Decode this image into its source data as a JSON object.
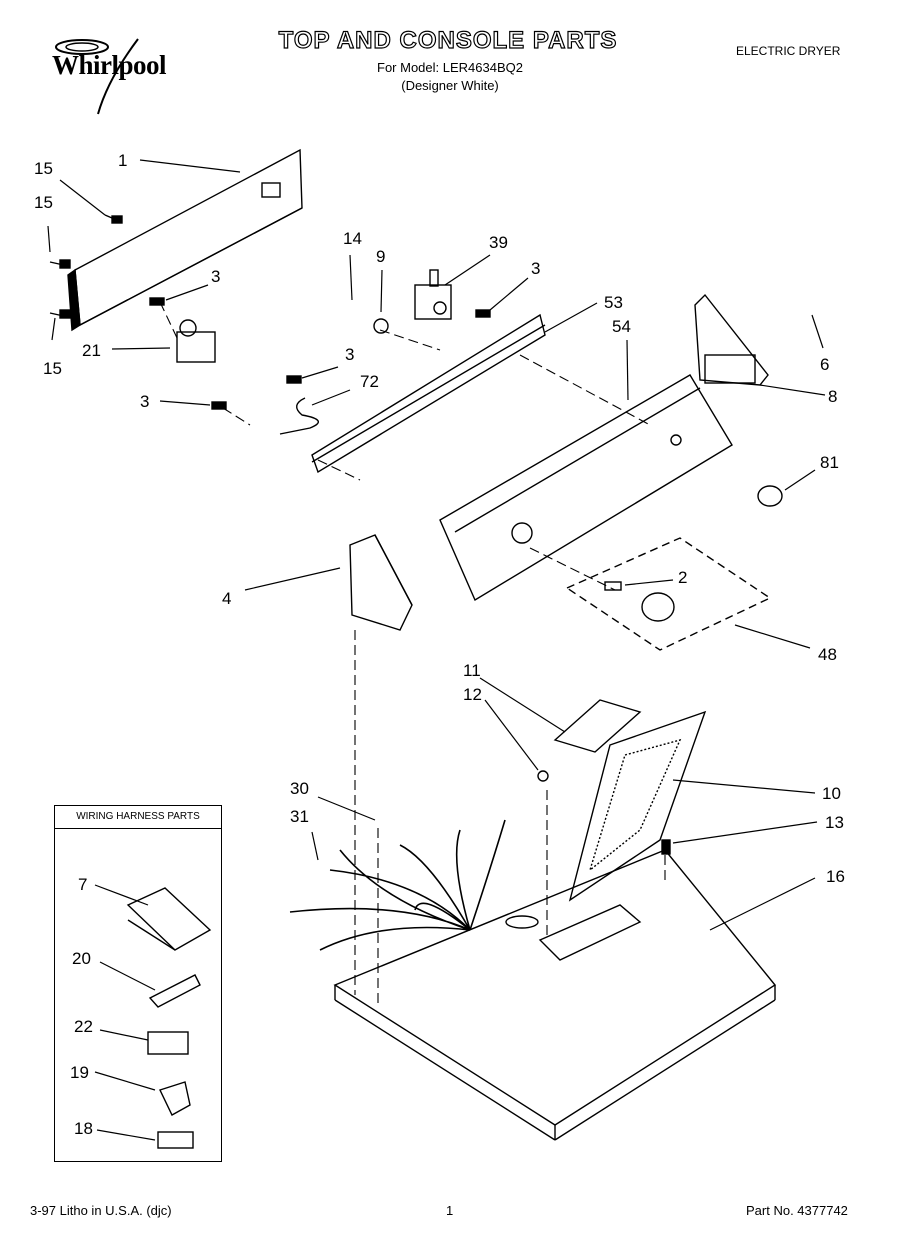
{
  "header": {
    "brand": "Whirlpool",
    "title": "TOP AND CONSOLE PARTS",
    "model_line": "For Model: LER4634BQ2",
    "variant_line": "(Designer White)",
    "category": "ELECTRIC DRYER"
  },
  "harness_box": {
    "title": "WIRING HARNESS PARTS"
  },
  "callouts": [
    "1",
    "15",
    "15",
    "15",
    "3",
    "21",
    "3",
    "3",
    "72",
    "14",
    "9",
    "39",
    "3",
    "53",
    "54",
    "6",
    "8",
    "81",
    "2",
    "48",
    "4",
    "11",
    "12",
    "10",
    "13",
    "16",
    "30",
    "31",
    "7",
    "20",
    "22",
    "19",
    "18"
  ],
  "footer": {
    "left": "3-97 Litho in U.S.A. (djc)",
    "center": "1",
    "right": "Part No. 4377742"
  }
}
